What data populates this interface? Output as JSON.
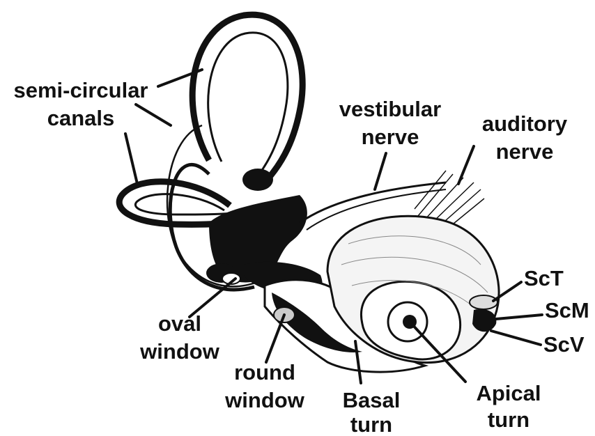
{
  "labels": {
    "semicircular": [
      "semi-circular",
      "canals"
    ],
    "vestibular": [
      "vestibular",
      "nerve"
    ],
    "auditory": [
      "auditory",
      "nerve"
    ],
    "sct": "ScT",
    "scm": "ScM",
    "scv": "ScV",
    "oval": [
      "oval",
      "window"
    ],
    "round": [
      "round",
      "window"
    ],
    "basal": [
      "Basal",
      "turn"
    ],
    "apical": [
      "Apical",
      "turn"
    ]
  }
}
